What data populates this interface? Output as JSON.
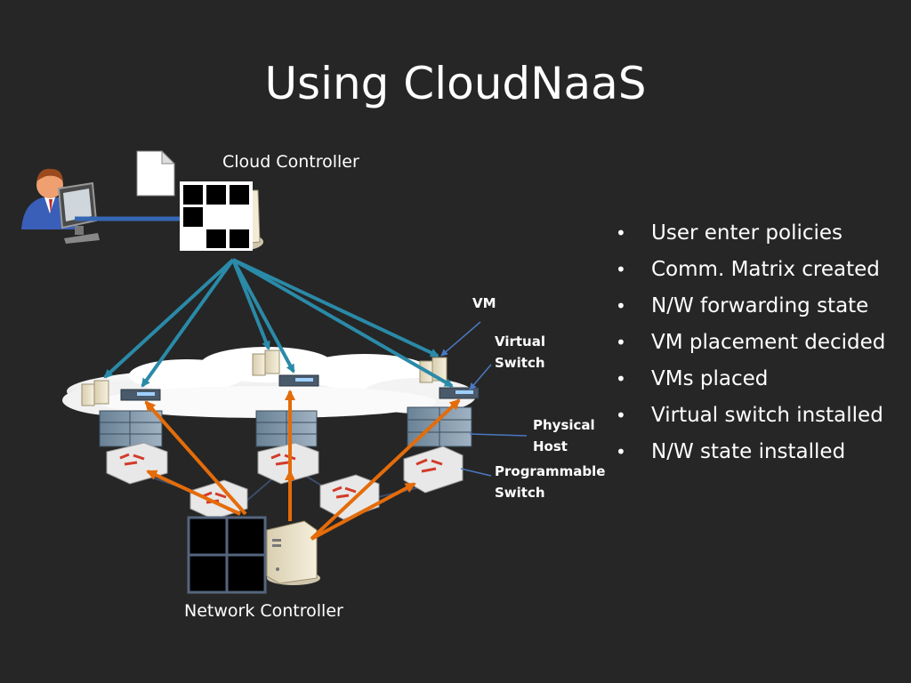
{
  "slide": {
    "title": "Using CloudNaaS"
  },
  "diagram": {
    "labels": {
      "cloud_controller": "Cloud Controller",
      "network_controller": "Network Controller",
      "vm": "VM",
      "virtual_switch": [
        "Virtual",
        "Switch"
      ],
      "physical_host": [
        "Physical",
        "Host"
      ],
      "programmable_switch": [
        "Programmable",
        "Switch"
      ]
    },
    "colors": {
      "background": "#262626",
      "control_arrows": "#2a8aa8",
      "network_arrows": "#e46c0a",
      "user_link": "#3567b4",
      "callout_lines": "#4a78c0"
    }
  },
  "bullets": {
    "marker": "•",
    "items": [
      "User enter policies",
      "Comm. Matrix created",
      "N/W forwarding state",
      "VM placement decided",
      "VMs placed",
      "Virtual switch installed",
      "N/W state installed"
    ]
  }
}
